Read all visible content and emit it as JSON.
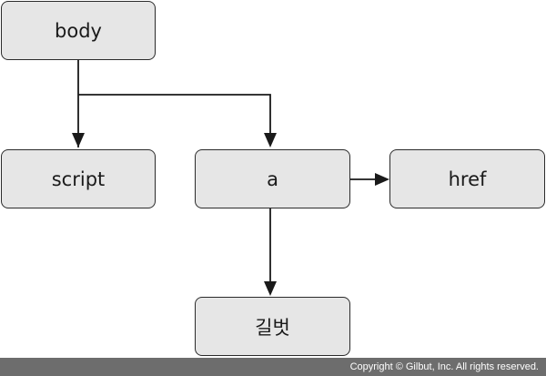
{
  "diagram": {
    "nodes": {
      "body": "body",
      "script": "script",
      "a": "a",
      "href": "href",
      "text": "길벗"
    }
  },
  "footer": {
    "copyright": "Copyright © Gilbut, Inc. All rights reserved."
  },
  "colors": {
    "node_fill": "#e6e6e6",
    "node_border": "#2b2b2b",
    "edge": "#1a1a1a",
    "footer_bg": "#6d6d6d"
  }
}
